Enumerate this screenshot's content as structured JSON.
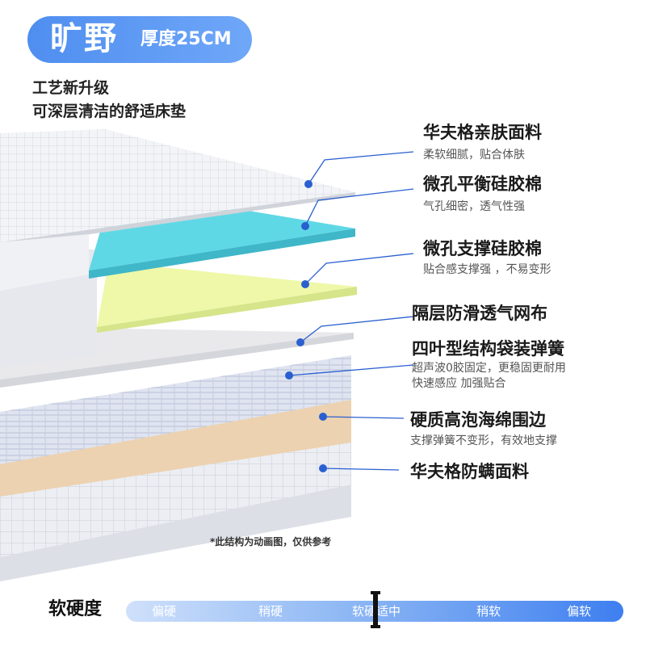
{
  "header": {
    "title": "旷野",
    "thickness": "厚度25CM",
    "tagline_1": "工艺新升级",
    "tagline_2": "可深层清洁的舒适床垫"
  },
  "layers": [
    {
      "title": "华夫格亲肤面料",
      "desc": "柔软细腻，贴合体肤",
      "color": "#f2f4f8"
    },
    {
      "title": "微孔平衡硅胶棉",
      "desc": "气孔细密，透气性强",
      "color": "#5fd8e6"
    },
    {
      "title": "微孔支撑硅胶棉",
      "desc": "贴合感支撑强 ，不易变形",
      "color": "#eef8a8"
    },
    {
      "title": "隔层防滑透气网布",
      "desc": "",
      "color": "#ececec"
    },
    {
      "title": "四叶型结构袋装弹簧",
      "desc": "超声波0胶固定，更稳固更耐用",
      "desc2": "快速感应 加强贴合",
      "color": "#d8deee"
    },
    {
      "title": "硬质高泡海绵围边",
      "desc": "支撑弹簧不变形，有效地支撑",
      "color": "#ecd2b0"
    },
    {
      "title": "华夫格防螨面料",
      "desc": "",
      "color": "#e6e8ee"
    }
  ],
  "note": "*此结构为动画图，仅供参考",
  "hardness": {
    "label": "软硬度",
    "levels": [
      "偏硬",
      "稍硬",
      "软硬适中",
      "稍软",
      "偏软"
    ],
    "selected": "软硬适中",
    "accent": "#3e7ff0"
  }
}
